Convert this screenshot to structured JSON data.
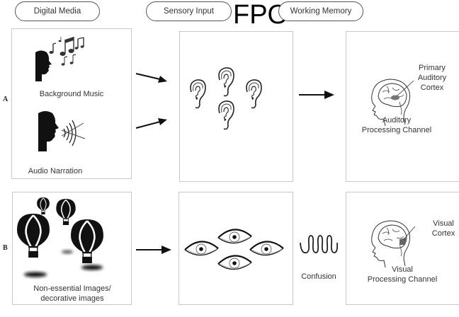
{
  "headers": {
    "col1": "Digital Media",
    "col2": "Sensory Input",
    "col3": "Working Memory",
    "fpo": "FPO"
  },
  "rows": {
    "a": {
      "label": "A",
      "sources": [
        "Background Music",
        "Audio Narration"
      ],
      "sensory_icon": "ear-icon",
      "brain_region": "Primary\nAuditory\nCortex",
      "channel": "Auditory\nProcessing Channel"
    },
    "b": {
      "label": "B",
      "source": "Non-essential Images/\ndecorative images",
      "sensory_icon": "eye-icon",
      "intermediate": "Confusion",
      "brain_region": "Visual\nCortex",
      "channel": "Visual\nProcessing Channel"
    }
  }
}
